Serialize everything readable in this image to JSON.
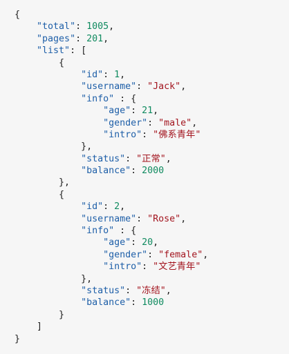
{
  "code_lines": [
    [
      {
        "t": "p",
        "v": "{"
      }
    ],
    [
      {
        "t": "p",
        "v": "    "
      },
      {
        "t": "k",
        "v": "\"total\""
      },
      {
        "t": "p",
        "v": ": "
      },
      {
        "t": "n",
        "v": "1005"
      },
      {
        "t": "p",
        "v": ","
      }
    ],
    [
      {
        "t": "p",
        "v": "    "
      },
      {
        "t": "k",
        "v": "\"pages\""
      },
      {
        "t": "p",
        "v": ": "
      },
      {
        "t": "n",
        "v": "201"
      },
      {
        "t": "p",
        "v": ","
      }
    ],
    [
      {
        "t": "p",
        "v": "    "
      },
      {
        "t": "k",
        "v": "\"list\""
      },
      {
        "t": "p",
        "v": ": ["
      }
    ],
    [
      {
        "t": "p",
        "v": "        {"
      }
    ],
    [
      {
        "t": "p",
        "v": "            "
      },
      {
        "t": "k",
        "v": "\"id\""
      },
      {
        "t": "p",
        "v": ": "
      },
      {
        "t": "n",
        "v": "1"
      },
      {
        "t": "p",
        "v": ","
      }
    ],
    [
      {
        "t": "p",
        "v": "            "
      },
      {
        "t": "k",
        "v": "\"username\""
      },
      {
        "t": "p",
        "v": ": "
      },
      {
        "t": "s",
        "v": "\"Jack\""
      },
      {
        "t": "p",
        "v": ","
      }
    ],
    [
      {
        "t": "p",
        "v": "            "
      },
      {
        "t": "k",
        "v": "\"info\""
      },
      {
        "t": "p",
        "v": " : {"
      }
    ],
    [
      {
        "t": "p",
        "v": "                "
      },
      {
        "t": "k",
        "v": "\"age\""
      },
      {
        "t": "p",
        "v": ": "
      },
      {
        "t": "n",
        "v": "21"
      },
      {
        "t": "p",
        "v": ","
      }
    ],
    [
      {
        "t": "p",
        "v": "                "
      },
      {
        "t": "k",
        "v": "\"gender\""
      },
      {
        "t": "p",
        "v": ": "
      },
      {
        "t": "s",
        "v": "\"male\""
      },
      {
        "t": "p",
        "v": ","
      }
    ],
    [
      {
        "t": "p",
        "v": "                "
      },
      {
        "t": "k",
        "v": "\"intro\""
      },
      {
        "t": "p",
        "v": ": "
      },
      {
        "t": "s",
        "v": "\"佛系青年\""
      }
    ],
    [
      {
        "t": "p",
        "v": "            },"
      }
    ],
    [
      {
        "t": "p",
        "v": "            "
      },
      {
        "t": "k",
        "v": "\"status\""
      },
      {
        "t": "p",
        "v": ": "
      },
      {
        "t": "s",
        "v": "\"正常\""
      },
      {
        "t": "p",
        "v": ","
      }
    ],
    [
      {
        "t": "p",
        "v": "            "
      },
      {
        "t": "k",
        "v": "\"balance\""
      },
      {
        "t": "p",
        "v": ": "
      },
      {
        "t": "n",
        "v": "2000"
      }
    ],
    [
      {
        "t": "p",
        "v": "        },"
      }
    ],
    [
      {
        "t": "p",
        "v": "        {"
      }
    ],
    [
      {
        "t": "p",
        "v": "            "
      },
      {
        "t": "k",
        "v": "\"id\""
      },
      {
        "t": "p",
        "v": ": "
      },
      {
        "t": "n",
        "v": "2"
      },
      {
        "t": "p",
        "v": ","
      }
    ],
    [
      {
        "t": "p",
        "v": "            "
      },
      {
        "t": "k",
        "v": "\"username\""
      },
      {
        "t": "p",
        "v": ": "
      },
      {
        "t": "s",
        "v": "\"Rose\""
      },
      {
        "t": "p",
        "v": ","
      }
    ],
    [
      {
        "t": "p",
        "v": "            "
      },
      {
        "t": "k",
        "v": "\"info\""
      },
      {
        "t": "p",
        "v": " : {"
      }
    ],
    [
      {
        "t": "p",
        "v": "                "
      },
      {
        "t": "k",
        "v": "\"age\""
      },
      {
        "t": "p",
        "v": ": "
      },
      {
        "t": "n",
        "v": "20"
      },
      {
        "t": "p",
        "v": ","
      }
    ],
    [
      {
        "t": "p",
        "v": "                "
      },
      {
        "t": "k",
        "v": "\"gender\""
      },
      {
        "t": "p",
        "v": ": "
      },
      {
        "t": "s",
        "v": "\"female\""
      },
      {
        "t": "p",
        "v": ","
      }
    ],
    [
      {
        "t": "p",
        "v": "                "
      },
      {
        "t": "k",
        "v": "\"intro\""
      },
      {
        "t": "p",
        "v": ": "
      },
      {
        "t": "s",
        "v": "\"文艺青年\""
      }
    ],
    [
      {
        "t": "p",
        "v": "            },"
      }
    ],
    [
      {
        "t": "p",
        "v": "            "
      },
      {
        "t": "k",
        "v": "\"status\""
      },
      {
        "t": "p",
        "v": ": "
      },
      {
        "t": "s",
        "v": "\"冻结\""
      },
      {
        "t": "p",
        "v": ","
      }
    ],
    [
      {
        "t": "p",
        "v": "            "
      },
      {
        "t": "k",
        "v": "\"balance\""
      },
      {
        "t": "p",
        "v": ": "
      },
      {
        "t": "n",
        "v": "1000"
      }
    ],
    [
      {
        "t": "p",
        "v": "        }"
      }
    ],
    [
      {
        "t": "p",
        "v": "    ]"
      }
    ],
    [
      {
        "t": "p",
        "v": "}"
      }
    ]
  ],
  "colors": {
    "background": "#f6f6f6",
    "key": "#1e5fa8",
    "number": "#0f8a5f",
    "string": "#a3151f",
    "punctuation": "#1f1f1f"
  }
}
